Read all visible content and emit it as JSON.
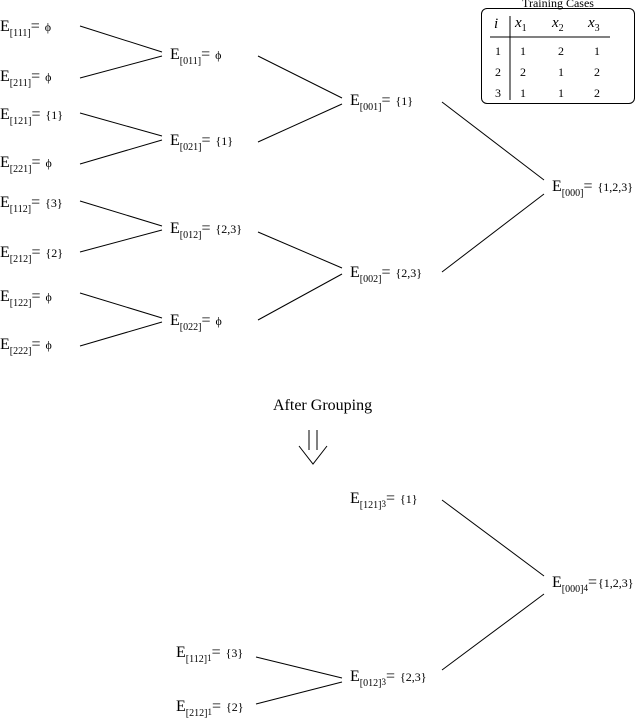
{
  "tree_top": {
    "leaves": [
      {
        "label": "E",
        "sub": "[111]",
        "eq": "= ",
        "value": "ϕ"
      },
      {
        "label": "E",
        "sub": "[211]",
        "eq": "= ",
        "value": "ϕ"
      },
      {
        "label": "E",
        "sub": "[121]",
        "eq": "= ",
        "value": "{1}"
      },
      {
        "label": "E",
        "sub": "[221]",
        "eq": "= ",
        "value": "ϕ"
      },
      {
        "label": "E",
        "sub": "[112]",
        "eq": "= ",
        "value": "{3}"
      },
      {
        "label": "E",
        "sub": "[212]",
        "eq": "= ",
        "value": "{2}"
      },
      {
        "label": "E",
        "sub": "[122]",
        "eq": "= ",
        "value": "ϕ"
      },
      {
        "label": "E",
        "sub": "[222]",
        "eq": "= ",
        "value": "ϕ"
      }
    ],
    "level2": [
      {
        "label": "E",
        "sub": "[011]",
        "eq": "= ",
        "value": "ϕ"
      },
      {
        "label": "E",
        "sub": "[021]",
        "eq": "= ",
        "value": "{1}"
      },
      {
        "label": "E",
        "sub": "[012]",
        "eq": "= ",
        "value": "{2,3}"
      },
      {
        "label": "E",
        "sub": "[022]",
        "eq": "= ",
        "value": "ϕ"
      }
    ],
    "level3": [
      {
        "label": "E",
        "sub": "[001]",
        "eq": "= ",
        "value": "{1}"
      },
      {
        "label": "E",
        "sub": "[002]",
        "eq": "= ",
        "value": "{2,3}"
      }
    ],
    "root": {
      "label": "E",
      "sub": "[000]",
      "eq": "= ",
      "value": "{1,2,3}"
    }
  },
  "training_table": {
    "title": "Training Cases",
    "headers": {
      "i": "i",
      "x": "x",
      "subs": [
        "1",
        "2",
        "3"
      ]
    },
    "rows": [
      [
        "1",
        "1",
        "2",
        "1"
      ],
      [
        "2",
        "2",
        "1",
        "2"
      ],
      [
        "3",
        "1",
        "1",
        "2"
      ]
    ]
  },
  "caption": "After Grouping",
  "arrow": "down-double-arrow",
  "tree_bottom": {
    "n121": {
      "label": "E",
      "sub": "[121]",
      "sub2": "3",
      "eq": "= ",
      "value": "{1}"
    },
    "n000": {
      "label": "E",
      "sub": "[000]",
      "sub2": "4",
      "eq": "=",
      "value": "{1,2,3}"
    },
    "n112": {
      "label": "E",
      "sub": "[112]",
      "sub2": "1",
      "eq": "= ",
      "value": "{3}"
    },
    "n212": {
      "label": "E",
      "sub": "[212]",
      "sub2": "1",
      "eq": "= ",
      "value": "{2}"
    },
    "n012": {
      "label": "E",
      "sub": "[012]",
      "sub2": "3",
      "eq": "= ",
      "value": "{2,3}"
    }
  }
}
